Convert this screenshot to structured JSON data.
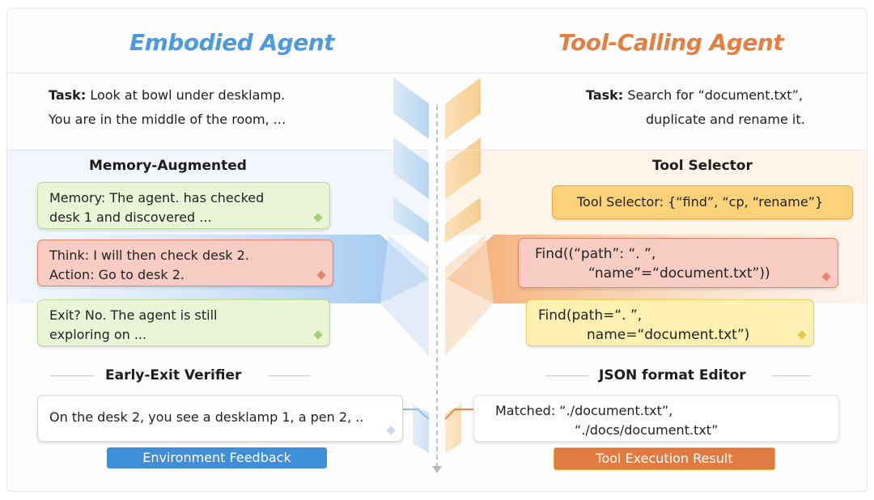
{
  "left": {
    "title": "Embodied Agent",
    "task_label": "Task:",
    "task_line1": "Look at bowl under desklamp.",
    "task_line2": "You are in the middle of the room,  ...",
    "section1": "Memory-Augmented",
    "memory_card": [
      "Memory: The agent. has checked",
      "desk 1 and discovered ..."
    ],
    "think_card": [
      "Think: I will then check desk 2.",
      "Action: Go to desk 2."
    ],
    "exit_card": [
      "Exit? No. The agent is still",
      "exploring on ..."
    ],
    "section2": "Early-Exit Verifier",
    "feedback_card": "On the desk 2, you see a desklamp 1, a pen 2, ..",
    "pill": "Environment Feedback"
  },
  "right": {
    "title": "Tool-Calling Agent",
    "task_label": "Task:",
    "task_line1": "Search for “document.txt”,",
    "task_line2": "duplicate and rename it.",
    "section1": "Tool Selector",
    "selector_card": "Tool Selector: {“find”, “cp, “rename”}",
    "find_card": [
      "Find((“path”: “. ”,",
      "“name”=“document.txt”))"
    ],
    "find_fixed_card": [
      "Find(path=“. ”,",
      "name=“document.txt”)"
    ],
    "section2": "JSON format Editor",
    "result_card": [
      "Matched:  “./document.txt”,",
      "“./docs/document.txt”"
    ],
    "pill": "Tool Execution Result"
  },
  "colors": {
    "blue_accent": "#4b9be0",
    "orange_accent": "#e57f3f",
    "green_card": "#eaf5d8",
    "red_card": "#f7cdc3",
    "yellow_card": "#fdf0b0",
    "orange_card": "#fbd27a"
  }
}
